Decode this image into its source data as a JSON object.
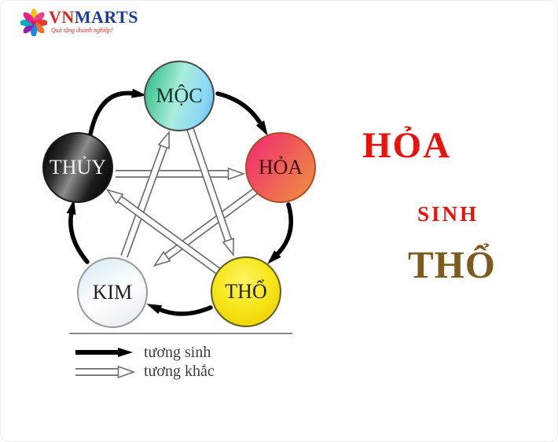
{
  "logo": {
    "brand_vn": "VN",
    "brand_marts": "MARTS",
    "tagline": "Quà tặng doanh nghiệp!",
    "brand_vn_color": "#e0241b",
    "brand_marts_color": "#1b3aa8"
  },
  "diagram": {
    "elements": [
      {
        "id": "moc",
        "label": "MỘC",
        "color": "#7fd3a8",
        "style": "green-to-blue gradient"
      },
      {
        "id": "hoa",
        "label": "HỎA",
        "color": "#f0535e",
        "style": "pink-to-orange gradient"
      },
      {
        "id": "tho",
        "label": "THỔ",
        "color": "#f5e112",
        "style": "yellow"
      },
      {
        "id": "kim",
        "label": "KIM",
        "color": "#f2f7f9",
        "style": "white metal"
      },
      {
        "id": "thuy",
        "label": "THỦY",
        "color": "#161616",
        "style": "black"
      }
    ],
    "sinh_cycle": [
      {
        "from": "THỦY",
        "to": "MỘC"
      },
      {
        "from": "MỘC",
        "to": "HỎA"
      },
      {
        "from": "HỎA",
        "to": "THỔ"
      },
      {
        "from": "THỔ",
        "to": "KIM"
      },
      {
        "from": "KIM",
        "to": "THỦY"
      }
    ],
    "khac_cycle": [
      {
        "from": "THỦY",
        "to": "HỎA"
      },
      {
        "from": "HỎA",
        "to": "KIM"
      },
      {
        "from": "KIM",
        "to": "MỘC"
      },
      {
        "from": "MỘC",
        "to": "THỔ"
      },
      {
        "from": "THỔ",
        "to": "THỦY"
      }
    ]
  },
  "legend": {
    "sinh_label": "tương sinh",
    "khac_label": "tương khắc",
    "sinh_arrow_style": "solid black arrow",
    "khac_arrow_style": "white outlined arrow"
  },
  "caption": {
    "line1": "HỎA",
    "line2": "SINH",
    "line3": "THỔ",
    "red": "#e8130d",
    "gold": "#7d5a1e"
  }
}
